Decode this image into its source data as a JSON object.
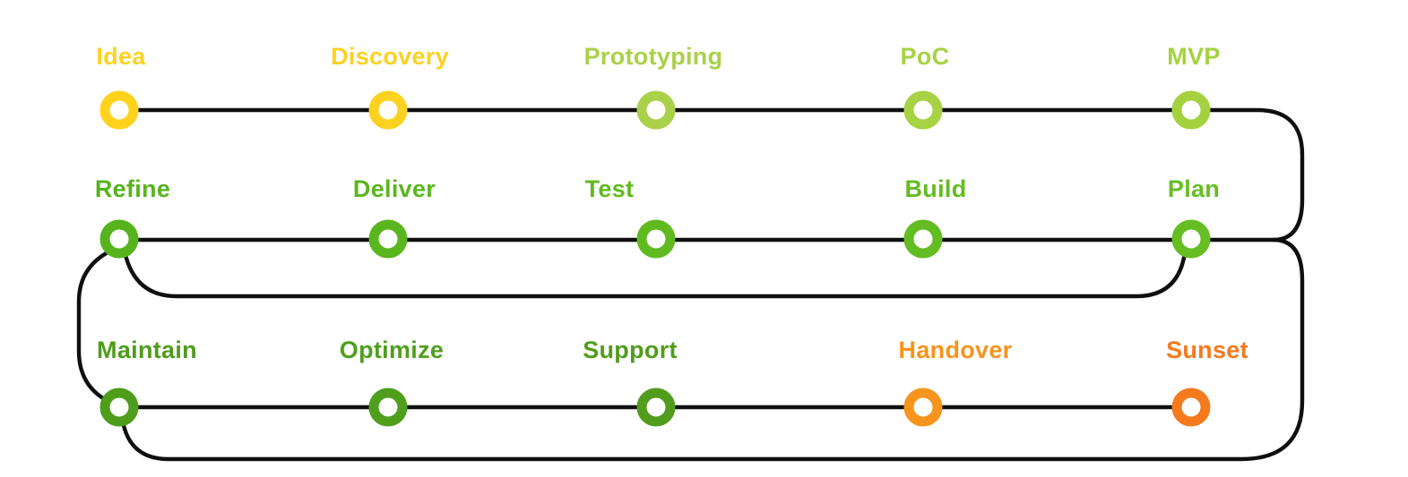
{
  "diagram": {
    "background_color": "#ffffff",
    "line_color": "#0f0f0f",
    "node_fill_color": "#ffffff",
    "rows": [
      {
        "name": "top-row",
        "stages": [
          {
            "label": "Idea",
            "color": "#FFD21E"
          },
          {
            "label": "Discovery",
            "color": "#FBD220"
          },
          {
            "label": "Prototyping",
            "color": "#AAD149"
          },
          {
            "label": "PoC",
            "color": "#A7D243"
          },
          {
            "label": "MVP",
            "color": "#A3D23E"
          }
        ]
      },
      {
        "name": "middle-row",
        "stages": [
          {
            "label": "Refine",
            "color": "#56B31D"
          },
          {
            "label": "Deliver",
            "color": "#5AB61E"
          },
          {
            "label": "Test",
            "color": "#60BA1F"
          },
          {
            "label": "Build",
            "color": "#63BC21"
          },
          {
            "label": "Plan",
            "color": "#66BE23"
          }
        ]
      },
      {
        "name": "bottom-row",
        "stages": [
          {
            "label": "Maintain",
            "color": "#4E9D1B"
          },
          {
            "label": "Optimize",
            "color": "#4F9F1C"
          },
          {
            "label": "Support",
            "color": "#529C1D"
          },
          {
            "label": "Handover",
            "color": "#F7941D"
          },
          {
            "label": "Sunset",
            "color": "#F57A1E"
          }
        ]
      }
    ]
  }
}
